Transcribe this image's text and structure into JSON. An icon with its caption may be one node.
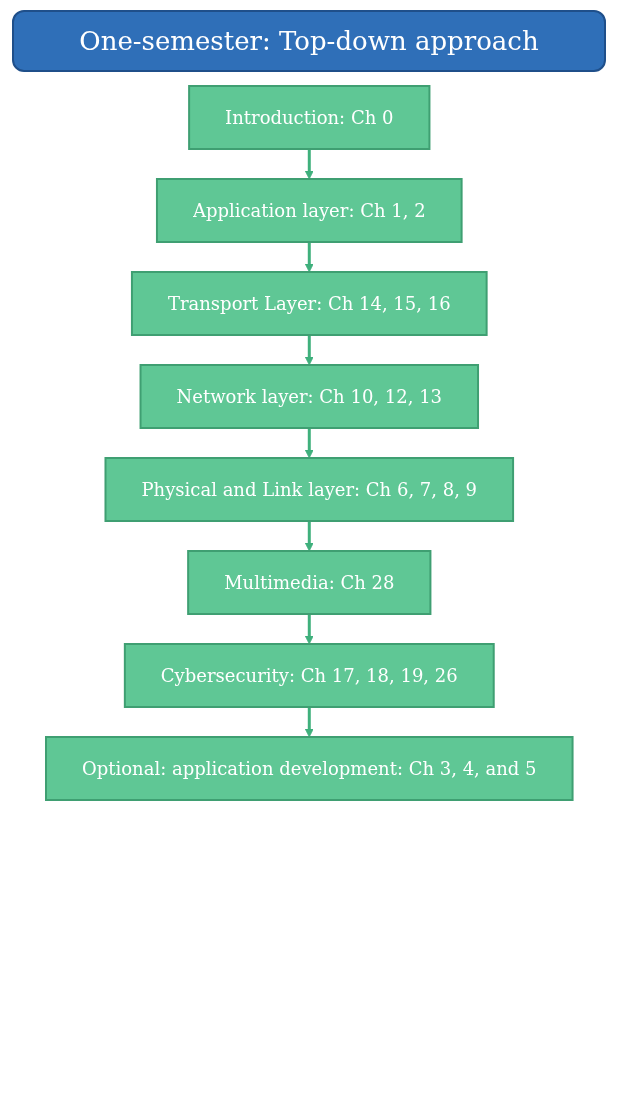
{
  "diagram": {
    "title": "One-semester: Top-down approach",
    "nodes": [
      {
        "text": [
          "Introduction: Ch 0"
        ]
      },
      {
        "text": [
          "Application layer: Ch 1, 2"
        ]
      },
      {
        "text": [
          "Transport Layer: Ch 14, 15, 16"
        ]
      },
      {
        "text": [
          "Network layer: Ch 10, 12, 13"
        ]
      },
      {
        "text": [
          "Physical and Link layer: Ch 6, 7, 8, 9"
        ]
      },
      {
        "text": [
          "Multimedia: Ch 28"
        ]
      },
      {
        "text": [
          "Cybersecurity: Ch 17, 18, 19, 26"
        ]
      },
      {
        "text": [
          "Optional: application development: Ch 3, 4, and 5"
        ]
      }
    ],
    "edges": [
      {
        "from": 0,
        "to": 1,
        "arrow": "to"
      },
      {
        "from": 1,
        "to": 2,
        "arrow": "to"
      },
      {
        "from": 2,
        "to": 3,
        "arrow": "to"
      },
      {
        "from": 3,
        "to": 4,
        "arrow": "to"
      },
      {
        "from": 4,
        "to": 5,
        "arrow": "to"
      },
      {
        "from": 5,
        "to": 6,
        "arrow": "to"
      },
      {
        "from": 6,
        "to": 7,
        "arrow": "to"
      }
    ]
  }
}
